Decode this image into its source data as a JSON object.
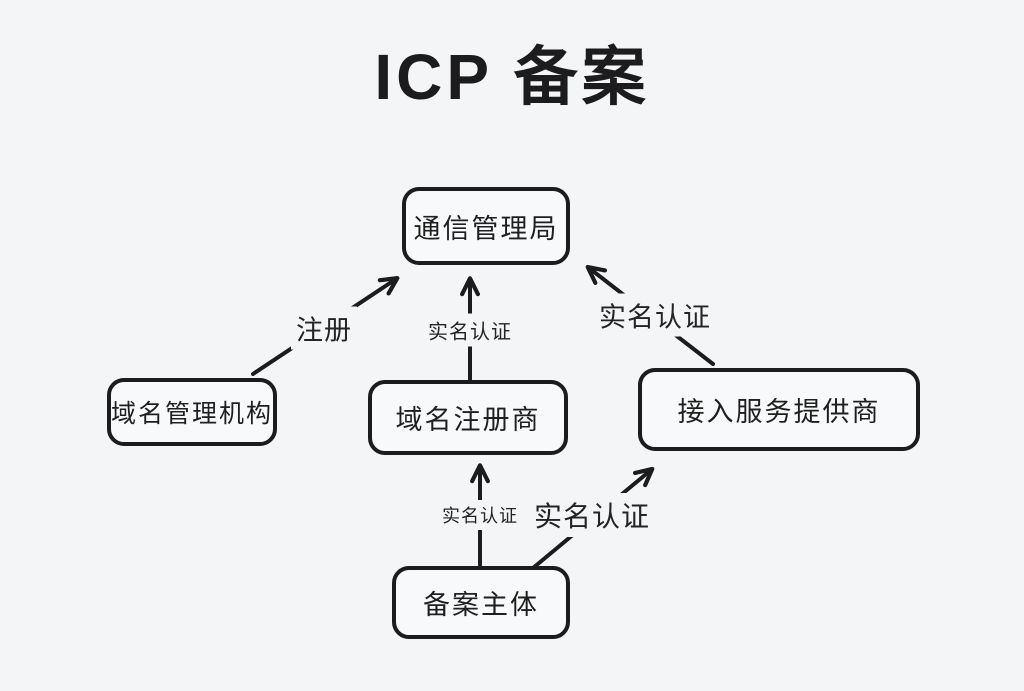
{
  "title": "ICP 备案",
  "diagram_type": "flowchart",
  "colors": {
    "background": "#f4f5f7",
    "node_fill": "#f8f9fa",
    "stroke": "#1c1c1e",
    "text": "#1f1f1f"
  },
  "nodes": [
    {
      "id": "telecom-authority",
      "label": "通信管理局"
    },
    {
      "id": "domain-authority",
      "label": "域名管理机构"
    },
    {
      "id": "domain-registrar",
      "label": "域名注册商"
    },
    {
      "id": "access-provider",
      "label": "接入服务提供商"
    },
    {
      "id": "filing-subject",
      "label": "备案主体"
    }
  ],
  "edges": [
    {
      "from": "域名管理机构",
      "to": "通信管理局",
      "label": "注册"
    },
    {
      "from": "域名注册商",
      "to": "通信管理局",
      "label": "实名认证"
    },
    {
      "from": "接入服务提供商",
      "to": "通信管理局",
      "label": "实名认证"
    },
    {
      "from": "备案主体",
      "to": "域名注册商",
      "label": "实名认证"
    },
    {
      "from": "备案主体",
      "to": "接入服务提供商",
      "label": "实名认证"
    }
  ]
}
